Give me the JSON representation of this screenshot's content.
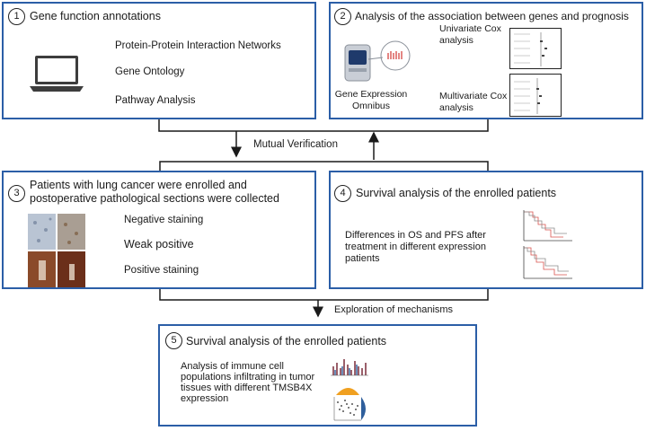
{
  "panels": {
    "p1": {
      "num": "1",
      "title": "Gene function annotations",
      "items": [
        "Protein-Protein Interaction Networks",
        "Gene Ontology",
        "Pathway Analysis"
      ]
    },
    "p2": {
      "num": "2",
      "title": "Analysis of the association between genes and prognosis",
      "geo": "Gene Expression Omnibus",
      "univariate": "Univariate Cox analysis",
      "multivariate": "Multivariate Cox analysis"
    },
    "p3": {
      "num": "3",
      "title": "Patients with lung cancer were enrolled and postoperative pathological sections were collected",
      "items": [
        "Negative staining",
        "Weak positive",
        "Positive staining"
      ]
    },
    "p4": {
      "num": "4",
      "title": "Survival analysis of the enrolled patients",
      "text": "Differences in OS and PFS after treatment in different expression patients"
    },
    "p5": {
      "num": "5",
      "title": "Survival analysis of the enrolled patients",
      "text": "Analysis of immune cell populations infiltrating in tumor tissues with different TMSB4X expression"
    }
  },
  "connectors": {
    "mutual": "Mutual Verification",
    "exploration": "Exploration of mechanisms"
  },
  "colors": {
    "border": "#2b5ea7",
    "line": "#1a1a1a"
  }
}
